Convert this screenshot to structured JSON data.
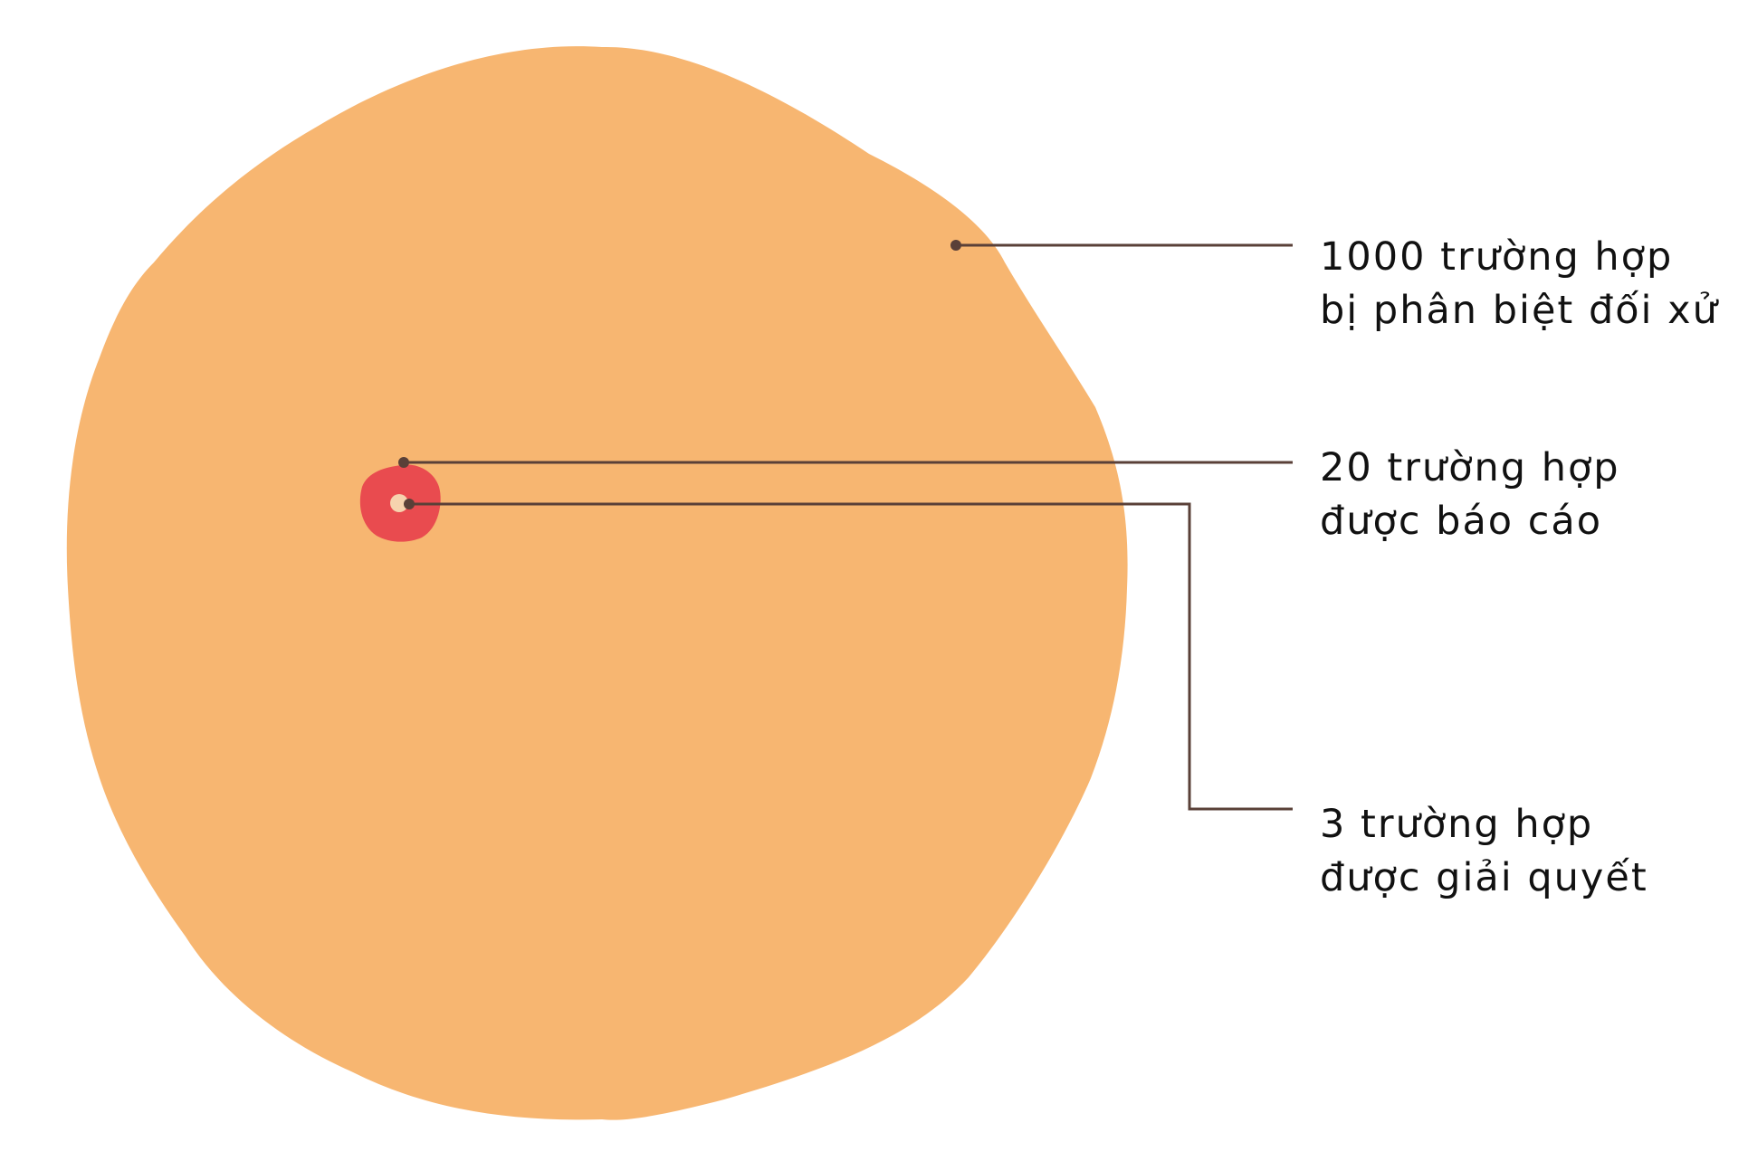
{
  "colors": {
    "background": "#ffffff",
    "all_cases_blob": "#F7B671",
    "reported_blob": "#E94B4F",
    "resolved_dot": "#F6D3AE",
    "leader_line": "#5A4038",
    "text": "#111111"
  },
  "labels": {
    "all_cases": {
      "line1": "1000 trường hợp",
      "line2": "bị phân biệt đối xử"
    },
    "reported": {
      "line1": "20 trường hợp",
      "line2": "được báo cáo"
    },
    "resolved": {
      "line1": "3 trường hợp",
      "line2": "được giải quyết"
    }
  }
}
